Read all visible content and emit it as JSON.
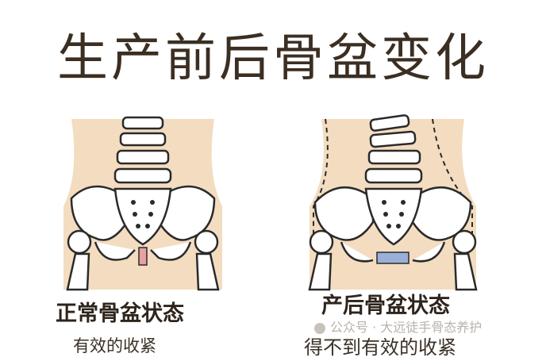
{
  "title": "生产前后骨盆变化",
  "left": {
    "label": "正常骨盆状态",
    "sub": "有效的收紧"
  },
  "right": {
    "label": "产后骨盆状态",
    "sub": "得不到有效的收紧"
  },
  "watermark": "公众号 · 大远徒手骨态养护",
  "colors": {
    "skin": "#f3dcc0",
    "bone": "#ffffff",
    "outline": "#2a2a2a",
    "ligament_normal": "#e8a0a0",
    "ligament_loose": "#9ab0d8",
    "text": "#3b2e22"
  }
}
